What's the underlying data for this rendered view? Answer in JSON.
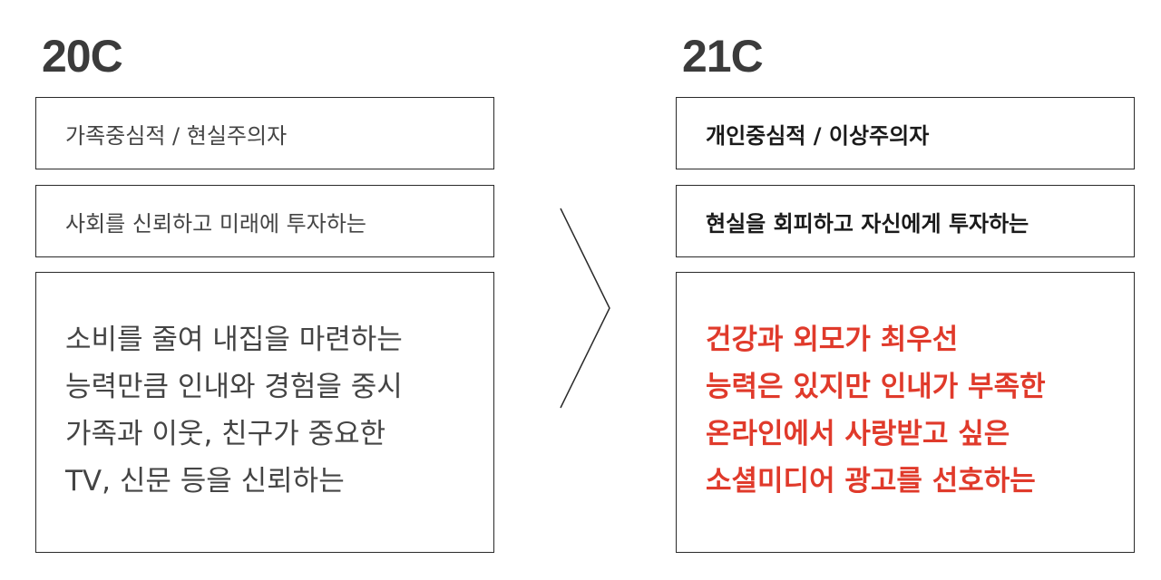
{
  "left": {
    "title": "20C",
    "row1": "가족중심적 / 현실주의자",
    "row2": "사회를 신뢰하고 미래에 투자하는",
    "lines": [
      "소비를 줄여 내집을 마련하는",
      "능력만큼 인내와 경험을 중시",
      "가족과 이웃, 친구가 중요한",
      "TV, 신문 등을 신뢰하는"
    ]
  },
  "right": {
    "title": "21C",
    "row1": "개인중심적 / 이상주의자",
    "row2": "현실을 회피하고 자신에게 투자하는",
    "lines": [
      "건강과 외모가 최우선",
      "능력은 있지만 인내가 부족한",
      "온라인에서 사랑받고 싶은",
      "소셜미디어 광고를 선호하는"
    ]
  },
  "colors": {
    "title": "#3b3b3b",
    "left_text": "#444444",
    "right_text": "#1a1a1a",
    "highlight": "#e03a2b",
    "border": "#2a2a2a"
  },
  "arrow_icon": "chevron-right-icon"
}
